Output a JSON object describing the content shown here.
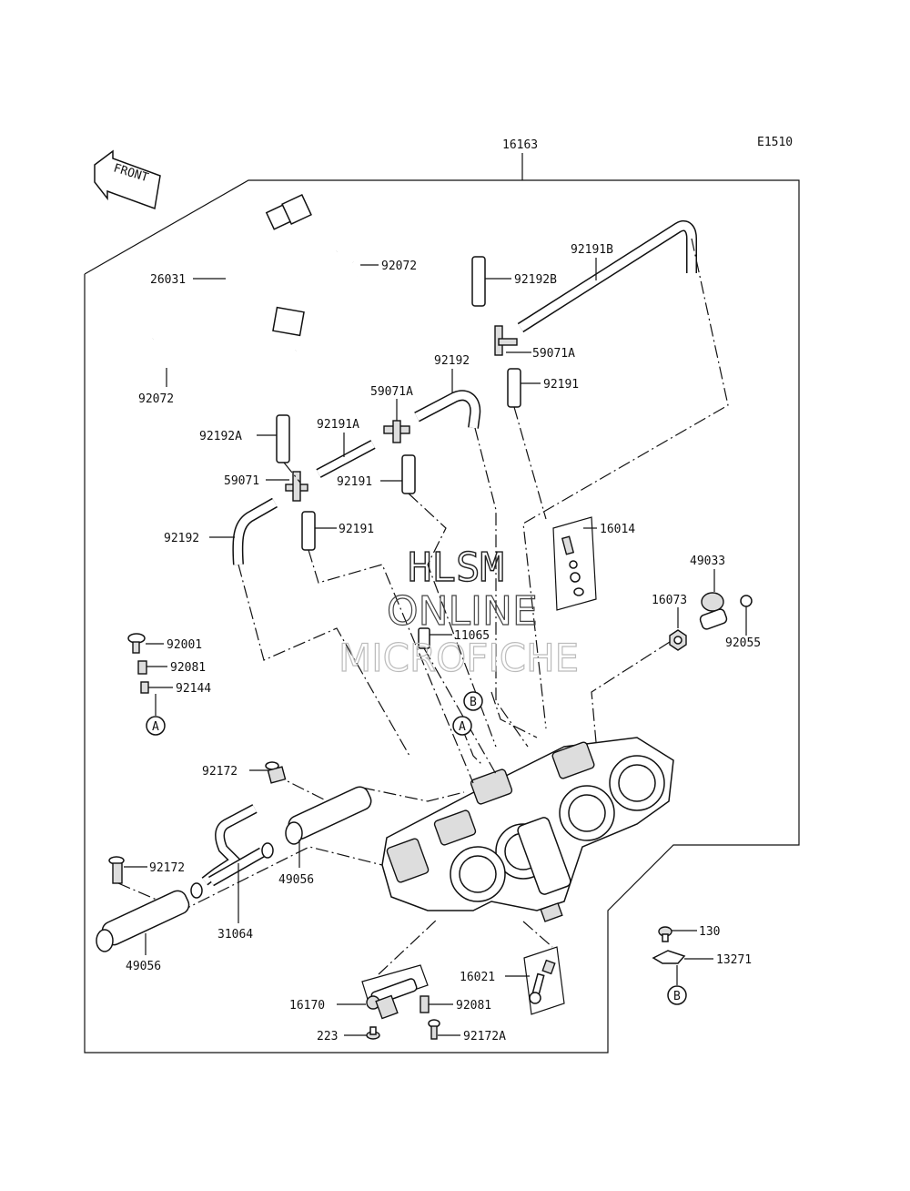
{
  "diagram_code": "E1510",
  "front_label": "FRONT",
  "watermark": {
    "line1": "HLSM",
    "line2": "ONLINE",
    "line3": "MICROFICHE"
  },
  "callouts": {
    "p16163": "16163",
    "p26031": "26031",
    "p92072_top": "92072",
    "p92072_left": "92072",
    "p92191B": "92191B",
    "p92192B": "92192B",
    "p59071A_top": "59071A",
    "p92191_top": "92191",
    "p92192_mid": "92192",
    "p59071A_mid": "59071A",
    "p92192A": "92192A",
    "p92191A": "92191A",
    "p59071": "59071",
    "p92191_mid": "92191",
    "p92192_low": "92192",
    "p92191_low": "92191",
    "p16014": "16014",
    "p49033": "49033",
    "p16073": "16073",
    "p92055": "92055",
    "p11065": "11065",
    "p92001": "92001",
    "p92081_left": "92081",
    "p92144": "92144",
    "p92172_top": "92172",
    "p49056_right": "49056",
    "p92172_left": "92172",
    "p31064": "31064",
    "p49056_left": "49056",
    "p130": "130",
    "p13271": "13271",
    "p16021": "16021",
    "p16170": "16170",
    "p92081_bottom": "92081",
    "p223": "223",
    "p92172A": "92172A"
  },
  "ref_markers": {
    "a_left": "A",
    "a_mid": "A",
    "b_mid": "B",
    "b_right": "B"
  }
}
